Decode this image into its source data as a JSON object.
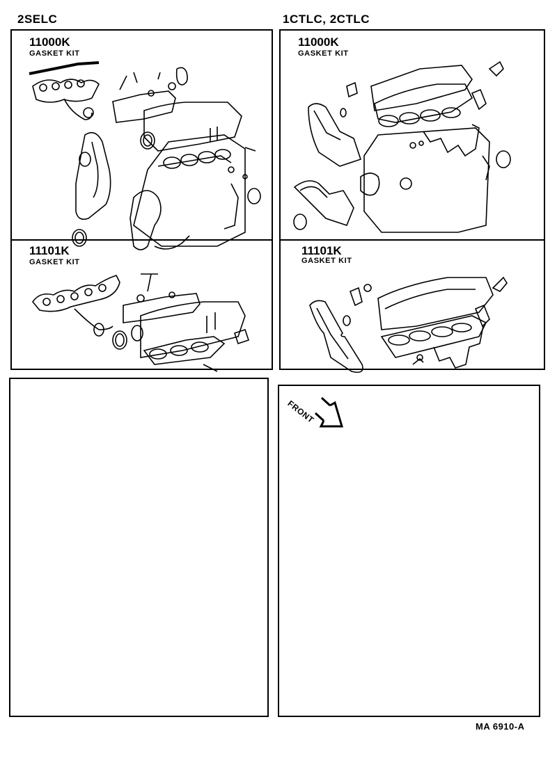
{
  "left_column": {
    "engine_label": "2SELC",
    "kits": [
      {
        "part_no": "11000K",
        "name": "GASKET KIT"
      },
      {
        "part_no": "11101K",
        "name": "GASKET KIT"
      }
    ]
  },
  "right_column": {
    "engine_label": "1CTLC, 2CTLC",
    "kits": [
      {
        "part_no": "11000K",
        "name": "GASKET KIT"
      },
      {
        "part_no": "11101K",
        "name": "GASKET KIT"
      }
    ],
    "front_indicator": "FRONT"
  },
  "reference_code": "MA 6910-A"
}
